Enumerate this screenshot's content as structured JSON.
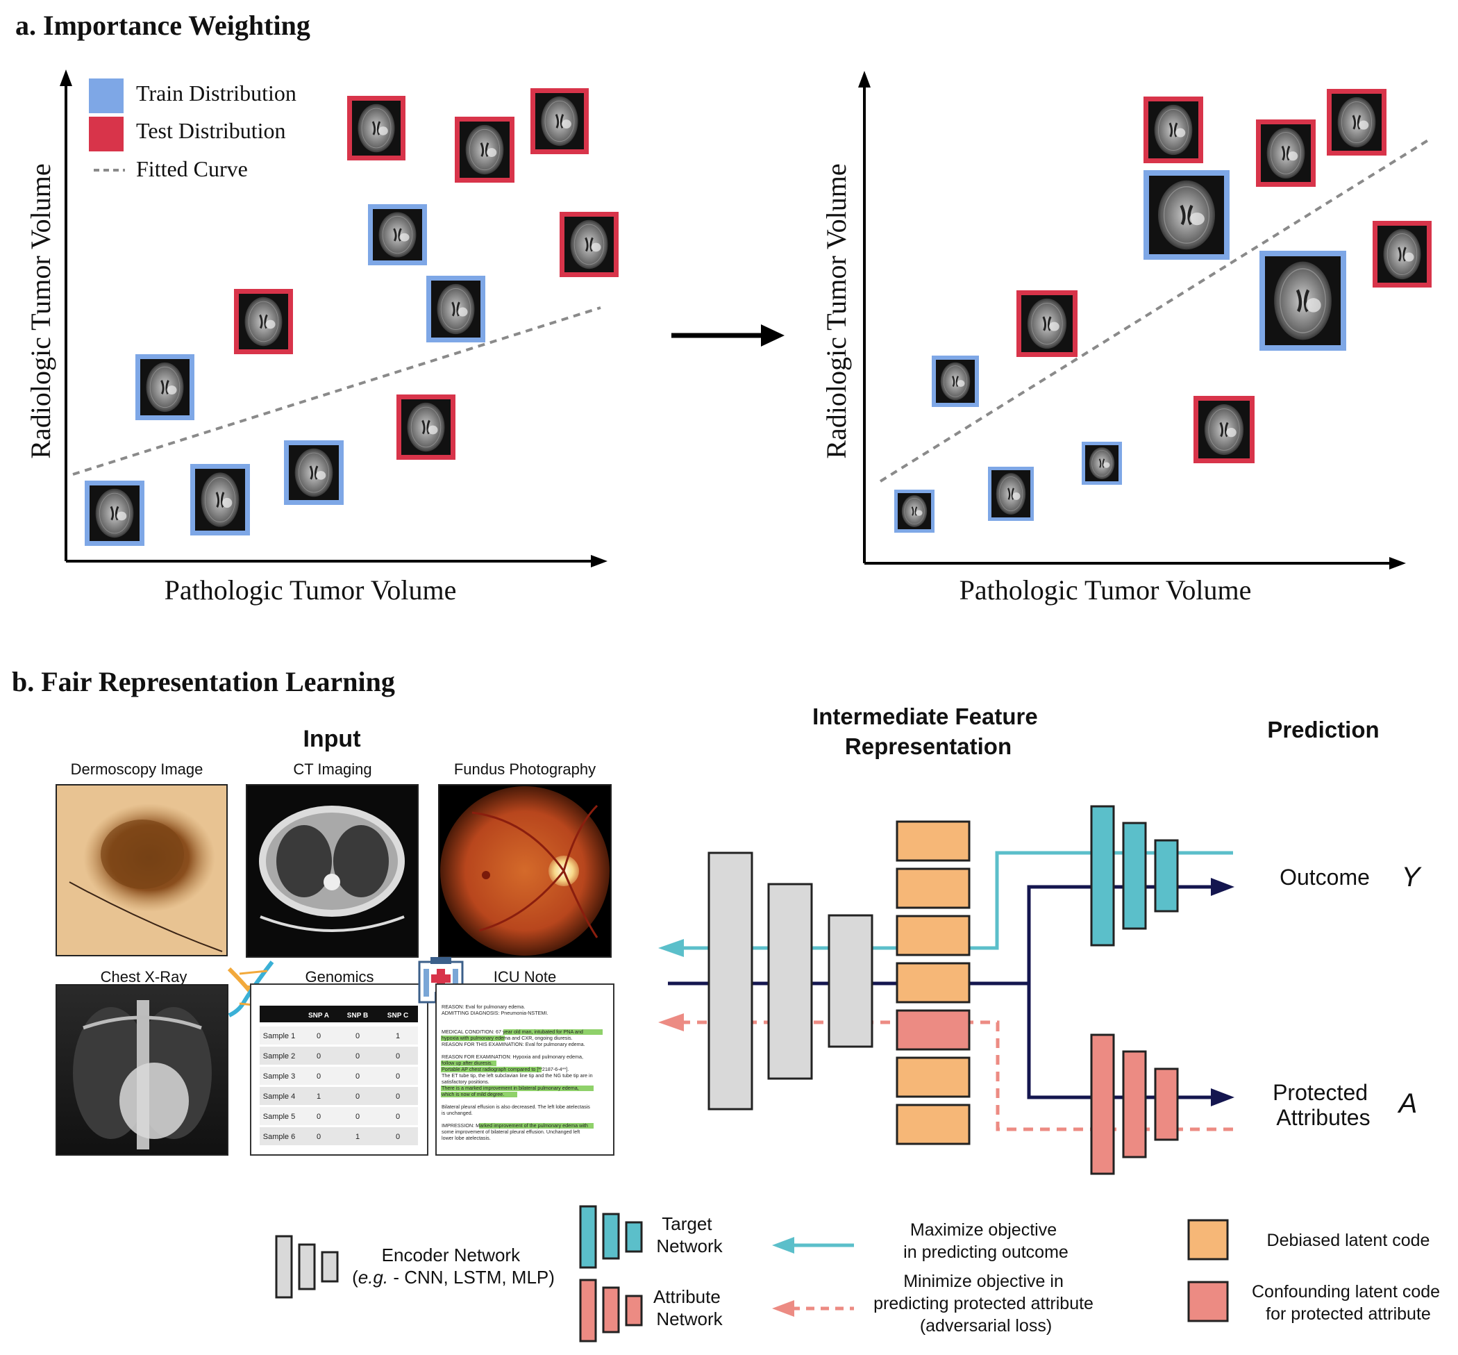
{
  "panel_a": {
    "title": "a. Importance Weighting",
    "legend": {
      "train": "Train Distribution",
      "test": "Test Distribution",
      "fitted": "Fitted Curve"
    },
    "ylabel": "Radiologic Tumor Volume",
    "xlabel": "Pathologic Tumor Volume"
  },
  "panel_b": {
    "title": "b. Fair Representation Learning",
    "input_header": "Input",
    "inputs": {
      "dermoscopy": "Dermoscopy Image",
      "ct": "CT Imaging",
      "fundus": "Fundus Photography",
      "xray": "Chest X-Ray",
      "genomics": "Genomics",
      "icu": "ICU Note"
    },
    "genomics_table": {
      "headers": [
        "",
        "SNP A",
        "SNP B",
        "SNP C"
      ],
      "rows": [
        [
          "Sample 1",
          "0",
          "0",
          "1"
        ],
        [
          "Sample 2",
          "0",
          "0",
          "0"
        ],
        [
          "Sample 3",
          "0",
          "0",
          "0"
        ],
        [
          "Sample 4",
          "1",
          "0",
          "0"
        ],
        [
          "Sample 5",
          "0",
          "0",
          "0"
        ],
        [
          "Sample 6",
          "0",
          "1",
          "0"
        ]
      ]
    },
    "icu_note": {
      "line1": "REASON: Eval for pulmonary edema.",
      "line2": "ADMITTING DIAGNOSIS: Pneumonia-NSTEMI.",
      "line3a": "MEDICAL CONDITION: ",
      "line3b": "67 year old man, intubated for PNA and",
      "line4": "hypoxia with pulmonary edema",
      "line4b": " and CXR, ongoing diuresis.",
      "line5": "REASON FOR THIS EXAMINATION: Eval for pulmonary edema.",
      "line6": "REASON FOR EXAMINATION: Hypoxia and pulmonary edema,",
      "line7": "follow up after diuresis.",
      "line8": "Portable AP chest radiograph compared to [**2187-6-4**].",
      "line9": "The ET tube tip, the left subclavian line tip and the NG tube tip are in",
      "line10": "satisfactory positions.",
      "line11": "There is a marked improvement in bilateral pulmonary edema,",
      "line12": "which is now of mild degree.",
      "line13": "Bilateral pleural effusion is also decreased. The left lobe atelectasis",
      "line14": "is unchanged.",
      "line15a": "IMPRESSION: ",
      "line15b": "Marked improvement of the pulmonary edema",
      "line15c": " with",
      "line16": "some improvement of bilateral pleural effusion. Unchanged left",
      "line17": "lower lobe atelectasis."
    },
    "feature_header_1": "Intermediate Feature",
    "feature_header_2": "Representation",
    "prediction_header": "Prediction",
    "outcome_label": "Outcome",
    "outcome_symbol": "Y",
    "protected_label_1": "Protected",
    "protected_label_2": "Attributes",
    "protected_symbol": "A",
    "legend": {
      "encoder_1": "Encoder Network",
      "encoder_2a": "e.g.",
      "encoder_2b": " - CNN, LSTM, MLP)",
      "target_1": "Target",
      "target_2": "Network",
      "attribute_1": "Attribute",
      "attribute_2": "Network",
      "maximize_1": "Maximize objective",
      "maximize_2": "in predicting outcome",
      "minimize_1": "Minimize objective in",
      "minimize_2": "predicting protected attribute",
      "minimize_3": "(adversarial loss)",
      "debiased": "Debiased latent code",
      "confounding_1": "Confounding latent code",
      "confounding_2": "for protected attribute"
    }
  },
  "colors": {
    "train": "#7ea7e6",
    "test": "#d8344a",
    "teal": "#5bbfca",
    "navy": "#14164f",
    "salmon": "#ec8b83",
    "orange": "#f6b777",
    "gray": "#d9d9d9"
  }
}
